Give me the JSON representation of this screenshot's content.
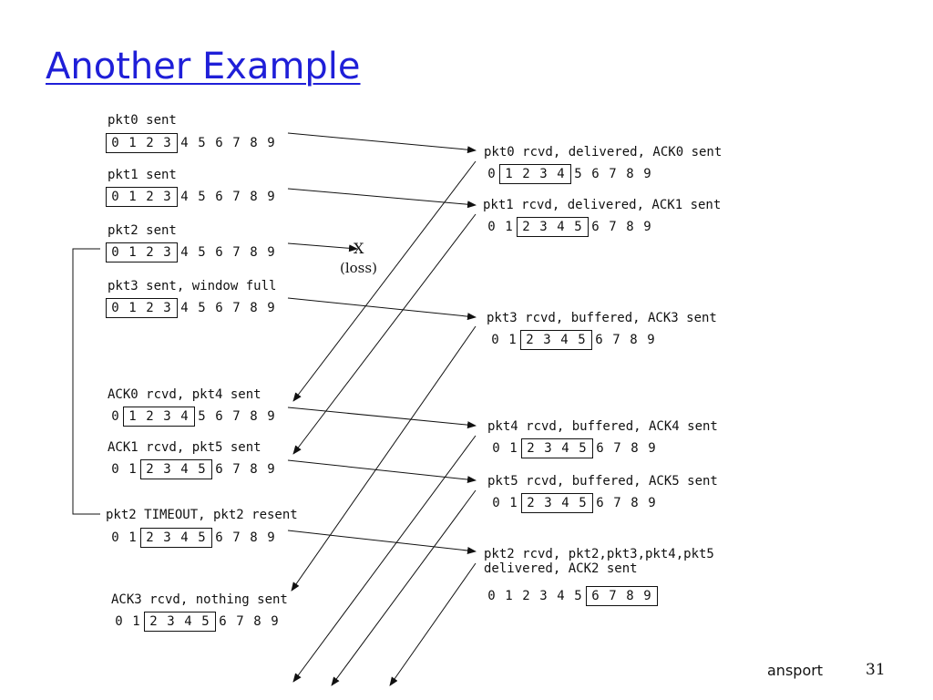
{
  "title": "Another Example",
  "sender": [
    {
      "label": "pkt0 sent",
      "digits": [
        "0",
        "1",
        "2",
        "3",
        "4",
        "5",
        "6",
        "7",
        "8",
        "9"
      ],
      "window_start": 0
    },
    {
      "label": "pkt1 sent",
      "digits": [
        "0",
        "1",
        "2",
        "3",
        "4",
        "5",
        "6",
        "7",
        "8",
        "9"
      ],
      "window_start": 0
    },
    {
      "label": "pkt2 sent",
      "digits": [
        "0",
        "1",
        "2",
        "3",
        "4",
        "5",
        "6",
        "7",
        "8",
        "9"
      ],
      "window_start": 0
    },
    {
      "label": "pkt3 sent, window full",
      "digits": [
        "0",
        "1",
        "2",
        "3",
        "4",
        "5",
        "6",
        "7",
        "8",
        "9"
      ],
      "window_start": 0
    },
    {
      "label": "ACK0 rcvd, pkt4 sent",
      "digits": [
        "0",
        "1",
        "2",
        "3",
        "4",
        "5",
        "6",
        "7",
        "8",
        "9"
      ],
      "window_start": 1
    },
    {
      "label": "ACK1 rcvd, pkt5 sent",
      "digits": [
        "0",
        "1",
        "2",
        "3",
        "4",
        "5",
        "6",
        "7",
        "8",
        "9"
      ],
      "window_start": 2
    },
    {
      "label": "pkt2 TIMEOUT, pkt2 resent",
      "digits": [
        "0",
        "1",
        "2",
        "3",
        "4",
        "5",
        "6",
        "7",
        "8",
        "9"
      ],
      "window_start": 2
    },
    {
      "label": "ACK3 rcvd, nothing sent",
      "digits": [
        "0",
        "1",
        "2",
        "3",
        "4",
        "5",
        "6",
        "7",
        "8",
        "9"
      ],
      "window_start": 2
    }
  ],
  "receiver": [
    {
      "label": "pkt0 rcvd, delivered, ACK0 sent",
      "digits": [
        "0",
        "1",
        "2",
        "3",
        "4",
        "5",
        "6",
        "7",
        "8",
        "9"
      ],
      "window_start": 1
    },
    {
      "label": "pkt1 rcvd, delivered, ACK1 sent",
      "digits": [
        "0",
        "1",
        "2",
        "3",
        "4",
        "5",
        "6",
        "7",
        "8",
        "9"
      ],
      "window_start": 2
    },
    {
      "label": "pkt3 rcvd, buffered, ACK3 sent",
      "digits": [
        "0",
        "1",
        "2",
        "3",
        "4",
        "5",
        "6",
        "7",
        "8",
        "9"
      ],
      "window_start": 2
    },
    {
      "label": "pkt4 rcvd, buffered, ACK4 sent",
      "digits": [
        "0",
        "1",
        "2",
        "3",
        "4",
        "5",
        "6",
        "7",
        "8",
        "9"
      ],
      "window_start": 2
    },
    {
      "label": "pkt5 rcvd, buffered, ACK5 sent",
      "digits": [
        "0",
        "1",
        "2",
        "3",
        "4",
        "5",
        "6",
        "7",
        "8",
        "9"
      ],
      "window_start": 2
    },
    {
      "label": "pkt2 rcvd, pkt2,pkt3,pkt4,pkt5\ndelivered, ACK2 sent",
      "digits": [
        "0",
        "1",
        "2",
        "3",
        "4",
        "5",
        "6",
        "7",
        "8",
        "9"
      ],
      "window_start": 6
    }
  ],
  "window_size": 4,
  "loss_mark": "X",
  "loss_label": "(loss)",
  "footer": {
    "text": "ansport",
    "page": "31"
  }
}
